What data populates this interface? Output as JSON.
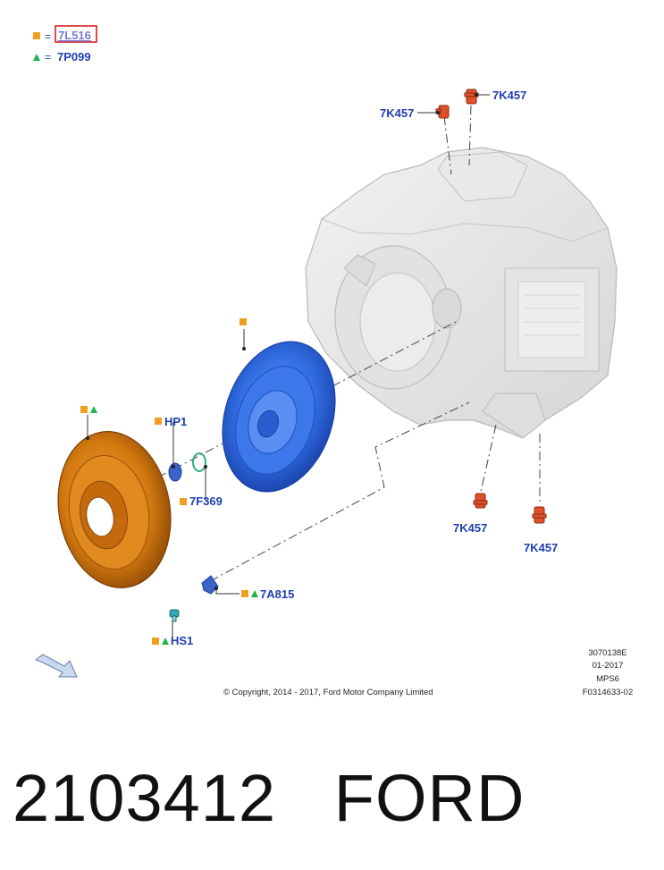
{
  "legend": {
    "square_code": "7L516",
    "triangle_code": "7P099",
    "equals": "="
  },
  "callouts": {
    "sensor_top_left": "7K457",
    "sensor_top_right": "7K457",
    "sensor_bottom_left": "7K457",
    "sensor_bottom_right": "7K457",
    "hp1": "HP1",
    "seal": "7F369",
    "bracket": "7A815",
    "hs1": "HS1"
  },
  "info_block": {
    "line1": "3070138E",
    "line2": "01-2017",
    "line3": "MPS6",
    "line4": "F0314633-02"
  },
  "copyright": "© Copyright, 2014 - 2017, Ford Motor Company Limited",
  "part_number": "2103412",
  "brand": "FORD",
  "colors": {
    "label_blue": "#1f3fb0",
    "square_orange": "#f0a020",
    "triangle_green": "#22b24c",
    "highlight_red": "#d82020",
    "cover_orange": "#d2780f",
    "converter_blue": "#2f6be0",
    "sensor_red": "#e0502a"
  }
}
